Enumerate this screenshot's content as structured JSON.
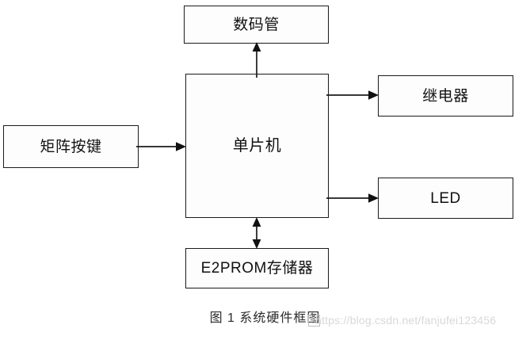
{
  "diagram": {
    "title": "系统硬件框图",
    "caption": "图 1 系统硬件框图",
    "background_color": "#ffffff",
    "line_color": "#1b1b1b",
    "text_color": "#111111",
    "nodes": [
      {
        "id": "display",
        "label": "数码管"
      },
      {
        "id": "mcu",
        "label": "单片机"
      },
      {
        "id": "keypad",
        "label": "矩阵按键"
      },
      {
        "id": "relay",
        "label": "继电器"
      },
      {
        "id": "led",
        "label": "LED"
      },
      {
        "id": "eeprom",
        "label": "E2PROM存储器"
      }
    ],
    "edges": [
      {
        "id": "mcu-to-display",
        "from": "mcu",
        "to": "display",
        "direction": "up",
        "arrows": "single"
      },
      {
        "id": "keypad-to-mcu",
        "from": "keypad",
        "to": "mcu",
        "direction": "right",
        "arrows": "single"
      },
      {
        "id": "mcu-to-relay",
        "from": "mcu",
        "to": "relay",
        "direction": "right",
        "arrows": "single"
      },
      {
        "id": "mcu-to-led",
        "from": "mcu",
        "to": "led",
        "direction": "right",
        "arrows": "single"
      },
      {
        "id": "mcu-to-eeprom",
        "from": "mcu",
        "to": "eeprom",
        "direction": "vertical",
        "arrows": "double"
      }
    ]
  },
  "watermark": {
    "url": "https://blog.csdn.net/fanjufei123456",
    "badge": "图"
  }
}
